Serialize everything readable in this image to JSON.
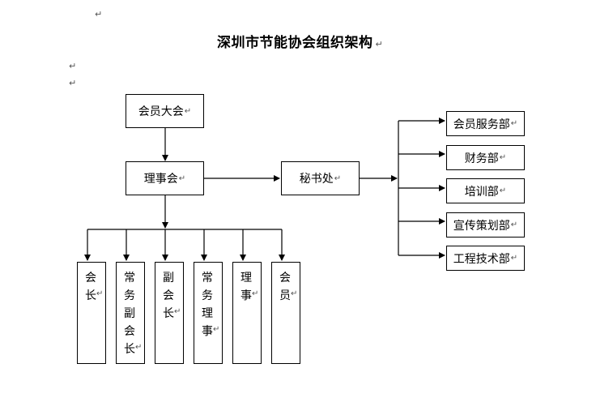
{
  "paragraph_mark": "↵",
  "title": "深圳市节能协会组织架构",
  "nodes": {
    "general_assembly": "会员大会",
    "council": "理事会",
    "secretariat": "秘书处"
  },
  "departments": [
    "会员服务部",
    "财务部",
    "培训部",
    "宣传策划部",
    "工程技术部"
  ],
  "council_positions": [
    "会长",
    "常务副会长",
    "副会长",
    "常务理事",
    "理事",
    "会员"
  ]
}
